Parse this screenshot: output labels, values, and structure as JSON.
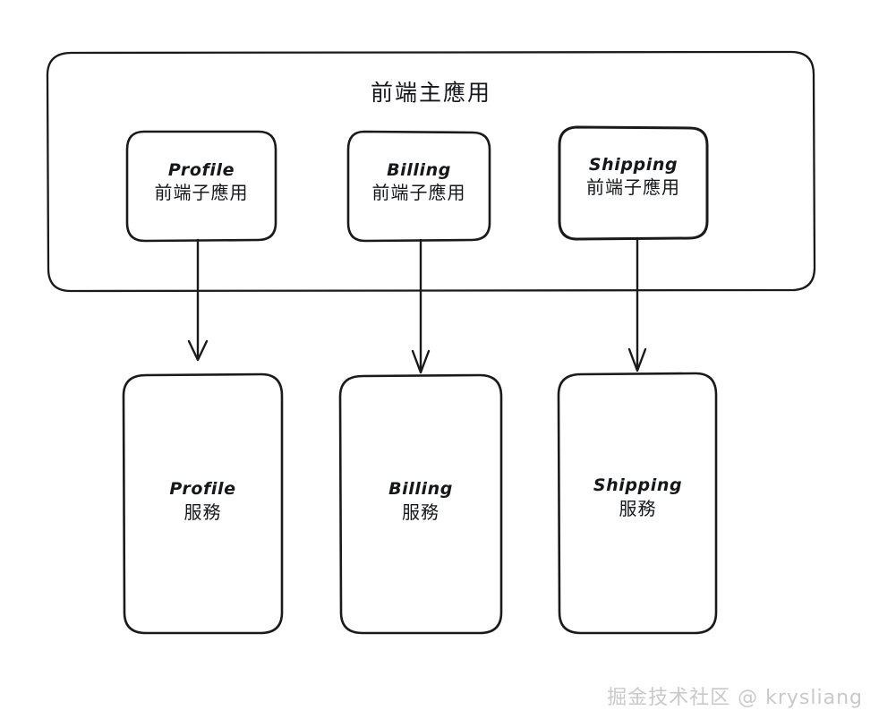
{
  "diagram": {
    "style": "hand-drawn-sketch",
    "stroke_color": "#1a1a1a",
    "background_color": "#ffffff",
    "shell": {
      "title": "前端主應用"
    },
    "subapps": [
      {
        "latin": "Profile",
        "cjk": "前端子應用"
      },
      {
        "latin": "Billing",
        "cjk": "前端子應用"
      },
      {
        "latin": "Shipping",
        "cjk": "前端子應用"
      }
    ],
    "services": [
      {
        "latin": "Profile",
        "cjk": "服務"
      },
      {
        "latin": "Billing",
        "cjk": "服務"
      },
      {
        "latin": "Shipping",
        "cjk": "服務"
      }
    ],
    "connectors": [
      {
        "from": "subapp-profile",
        "to": "service-profile",
        "kind": "arrow-down"
      },
      {
        "from": "subapp-billing",
        "to": "service-billing",
        "kind": "arrow-down"
      },
      {
        "from": "subapp-shipping",
        "to": "service-shipping",
        "kind": "arrow-down"
      }
    ]
  },
  "watermark": {
    "text": "掘金技术社区 @ krysliang",
    "color": "#c9c9c9"
  }
}
